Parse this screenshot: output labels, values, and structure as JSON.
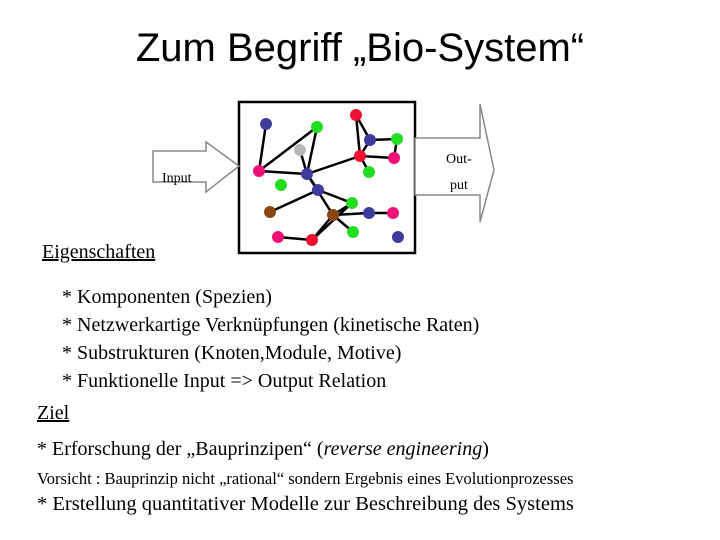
{
  "slide": {
    "title": "Zum Begriff „Bio-System“"
  },
  "diagram": {
    "input_label": "Input",
    "output_label_line1": "Out-",
    "output_label_line2": "put",
    "colors": {
      "blue": "#3c3c9c",
      "green": "#22dd22",
      "red": "#ee1133",
      "magenta": "#ee1177",
      "brown": "#8b4513",
      "grey": "#b8b8b8"
    }
  },
  "properties": {
    "heading": "Eigenschaften",
    "items": [
      "* Komponenten (Spezien)",
      "* Netzwerkartige Verknüpfungen (kinetische Raten)",
      "* Substrukturen (Knoten,Module, Motive)",
      "* Funktionelle Input => Output Relation"
    ]
  },
  "goal": {
    "heading": "Ziel",
    "item1_prefix": "*  Erforschung der „Bauprinzipen“ (",
    "item1_emphasis": "reverse engineering",
    "item1_suffix": ")",
    "note": "Vorsicht : Bauprinzip nicht „rational“ sondern Ergebnis eines Evolutionprozesses",
    "item2": "*  Erstellung quantitativer Modelle zur Beschreibung des Systems"
  }
}
